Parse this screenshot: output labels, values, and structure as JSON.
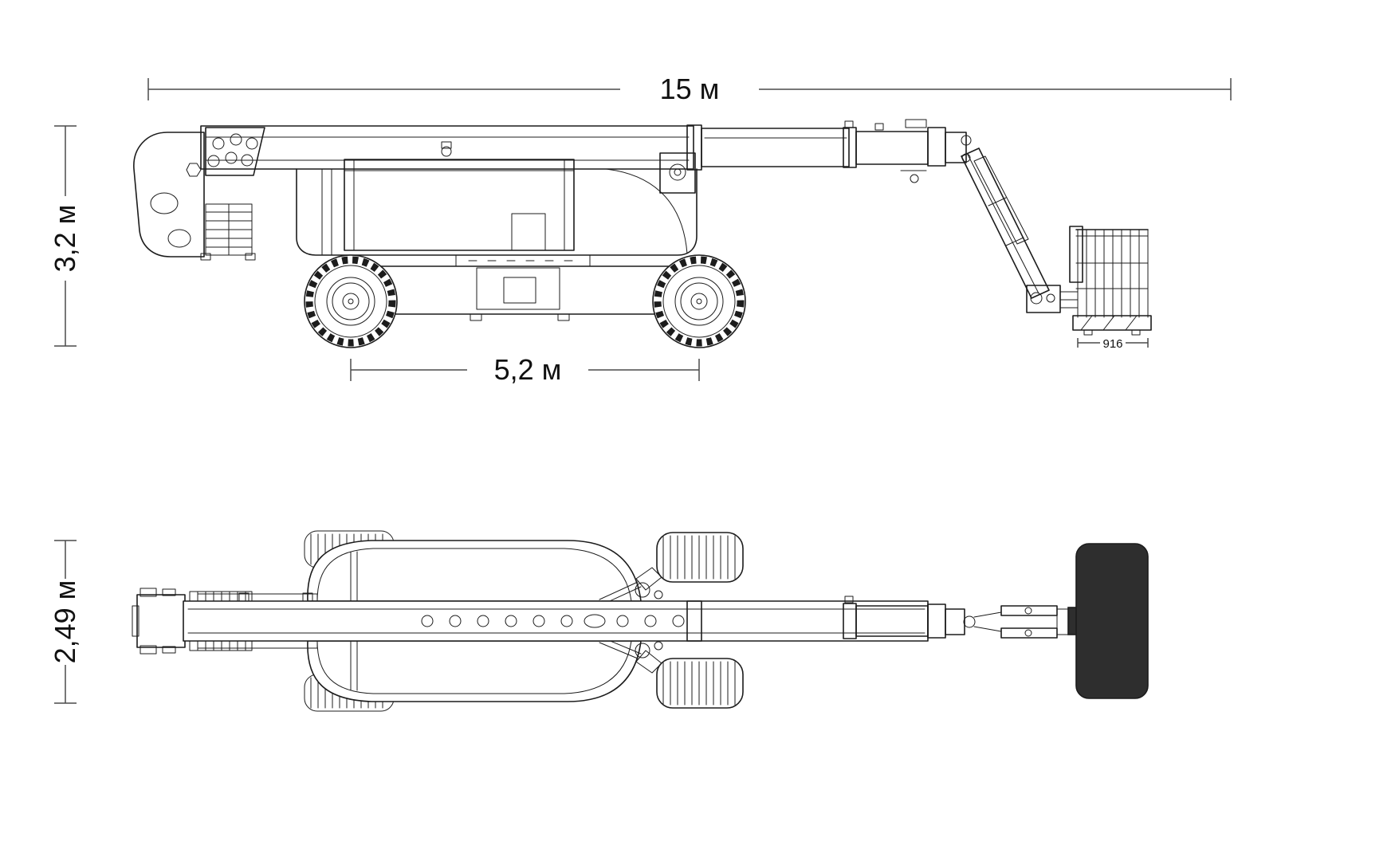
{
  "diagram": {
    "type": "technical-drawing",
    "subject": "telescopic-boom-lift",
    "views": {
      "side": {
        "dimensions": {
          "overall_length": "15 м",
          "overall_height": "3,2 м",
          "wheelbase": "5,2 м",
          "basket_width": "916"
        }
      },
      "plan": {
        "dimensions": {
          "overall_width": "2,49 м"
        }
      }
    },
    "colors": {
      "line": "#1c1c1c",
      "dimension_line": "#4a4a4a",
      "text": "#111111",
      "basket_fill": "#2e2e2e",
      "background": "#ffffff"
    }
  }
}
